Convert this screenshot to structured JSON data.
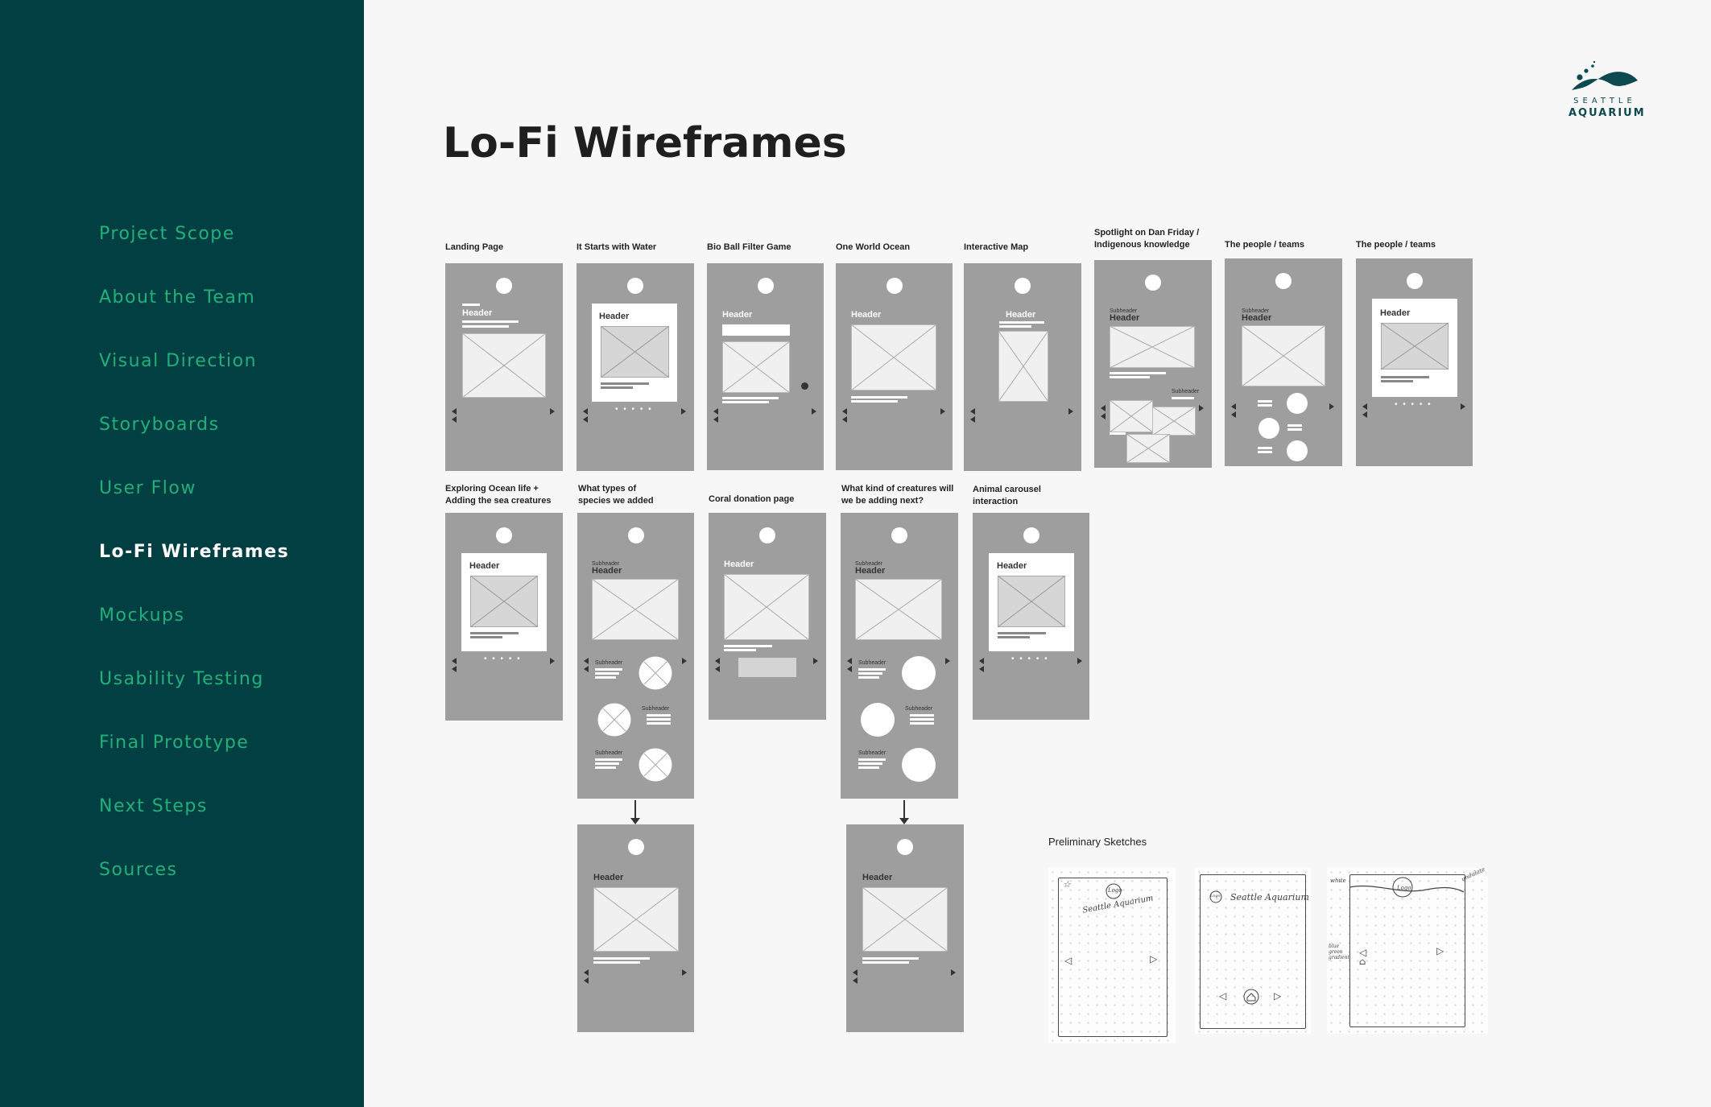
{
  "sidebar": {
    "items": [
      {
        "label": "Project Scope"
      },
      {
        "label": "About the Team"
      },
      {
        "label": "Visual Direction"
      },
      {
        "label": "Storyboards"
      },
      {
        "label": "User Flow"
      },
      {
        "label": "Lo-Fi Wireframes",
        "active": true
      },
      {
        "label": "Mockups"
      },
      {
        "label": "Usability Testing"
      },
      {
        "label": "Final Prototype"
      },
      {
        "label": "Next Steps"
      },
      {
        "label": "Sources"
      }
    ],
    "colors": {
      "background": "#013f42",
      "link": "#22b07a",
      "active": "#ffffff"
    }
  },
  "logo": {
    "line1": "SEATTLE",
    "line2": "AQUARIUM",
    "color": "#0c4a4f"
  },
  "page_title": "Lo-Fi Wireframes",
  "wireframes": {
    "captions": [
      "Landing Page",
      "It Starts with Water",
      "Bio Ball Filter Game",
      "One World Ocean",
      "Interactive Map",
      "Spotlight on Dan Friday / Indigenous knowledge",
      "The people / teams",
      "The people / teams",
      "Exploring Ocean life + Adding the sea creatures",
      "What types of species we added",
      "Coral donation page",
      "What kind of creatures will we be adding next?",
      "Animal carousel interaction"
    ],
    "labels": {
      "header": "Header",
      "subheader": "Subheader",
      "pagination": "• • • • •"
    }
  },
  "sketches": {
    "label": "Preliminary Sketches",
    "notes": {
      "logo": "Logo",
      "brand": "Seattle Aquarium",
      "s3_tl": "white",
      "s3_tr": "undulate",
      "s3_left": "blue green gradient"
    }
  }
}
